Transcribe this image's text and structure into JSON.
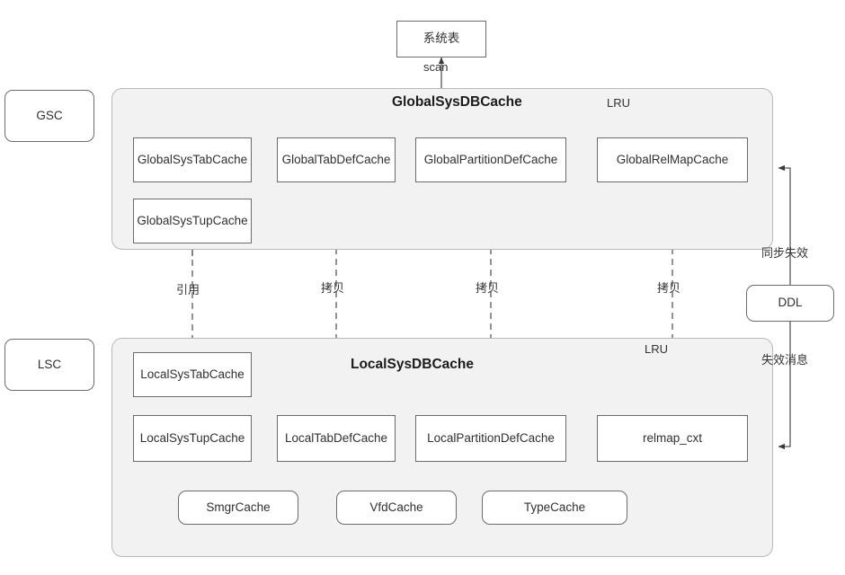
{
  "diagram": {
    "title_top": "系统表",
    "scan_label": "scan",
    "side_labels": {
      "gsc": "GSC",
      "lsc": "LSC"
    },
    "groups": [
      {
        "id": "gsc-group",
        "title": "GlobalSysDBCache",
        "lru": "LRU"
      },
      {
        "id": "lsc-group",
        "title": "LocalSysDBCache",
        "lru": "LRU"
      }
    ],
    "gsc_nodes": [
      {
        "id": "global-sys-tab-cache",
        "label": "GlobalSysTabCache"
      },
      {
        "id": "global-tab-def-cache",
        "label": "GlobalTabDefCache"
      },
      {
        "id": "global-partition-def-cache",
        "label": "GlobalPartitionDefCache"
      },
      {
        "id": "global-rel-map-cache",
        "label": "GlobalRelMapCache"
      },
      {
        "id": "global-sys-tup-cache",
        "label": "GlobalSysTupCache"
      }
    ],
    "lsc_nodes": [
      {
        "id": "local-sys-tab-cache",
        "label": "LocalSysTabCache"
      },
      {
        "id": "local-sys-tup-cache",
        "label": "LocalSysTupCache"
      },
      {
        "id": "local-tab-def-cache",
        "label": "LocalTabDefCache"
      },
      {
        "id": "local-partition-def-cache",
        "label": "LocalPartitionDefCache"
      },
      {
        "id": "relmap-cxt",
        "label": "relmap_cxt"
      }
    ],
    "lsc_extra_nodes": [
      {
        "id": "smgr-cache",
        "label": "SmgrCache"
      },
      {
        "id": "vfd-cache",
        "label": "VfdCache"
      },
      {
        "id": "type-cache",
        "label": "TypeCache"
      }
    ],
    "ddl": {
      "label": "DDL"
    },
    "edge_labels": {
      "reference": "引用",
      "copy_1": "拷贝",
      "copy_2": "拷贝",
      "copy_3": "拷贝",
      "sync_invalidate": "同步失效",
      "invalidate_message": "失效消息"
    },
    "colors": {
      "group_fill": "#f2f2f2",
      "group_stroke": "#b8b8b8",
      "node_stroke": "#6b6b6b",
      "node_fill": "#ffffff",
      "line": "#595959",
      "text": "#333333"
    }
  }
}
